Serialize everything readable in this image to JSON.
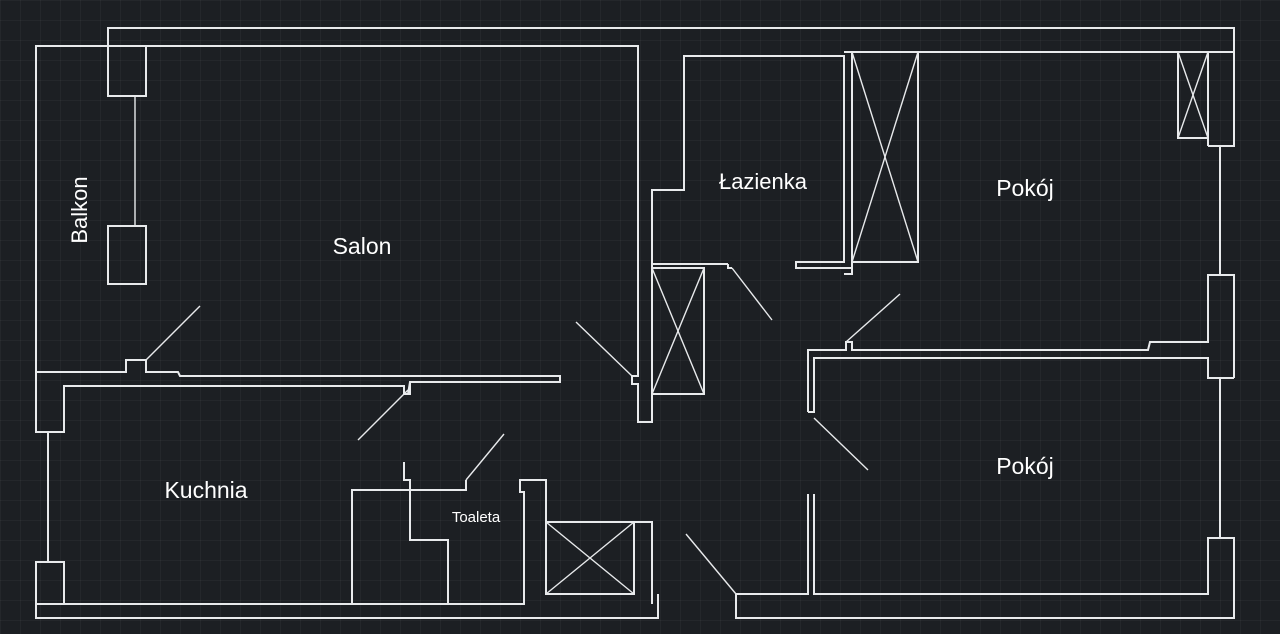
{
  "rooms": {
    "salon": "Salon",
    "balkon": "Balkon",
    "lazienka": "Łazienka",
    "pokoj_top": "Pokój",
    "pokoj_bottom": "Pokój",
    "kuchnia": "Kuchnia",
    "toaleta": "Toaleta"
  },
  "colors": {
    "background": "#1c1f23",
    "lines": "#e8eaec",
    "text": "#ffffff"
  }
}
